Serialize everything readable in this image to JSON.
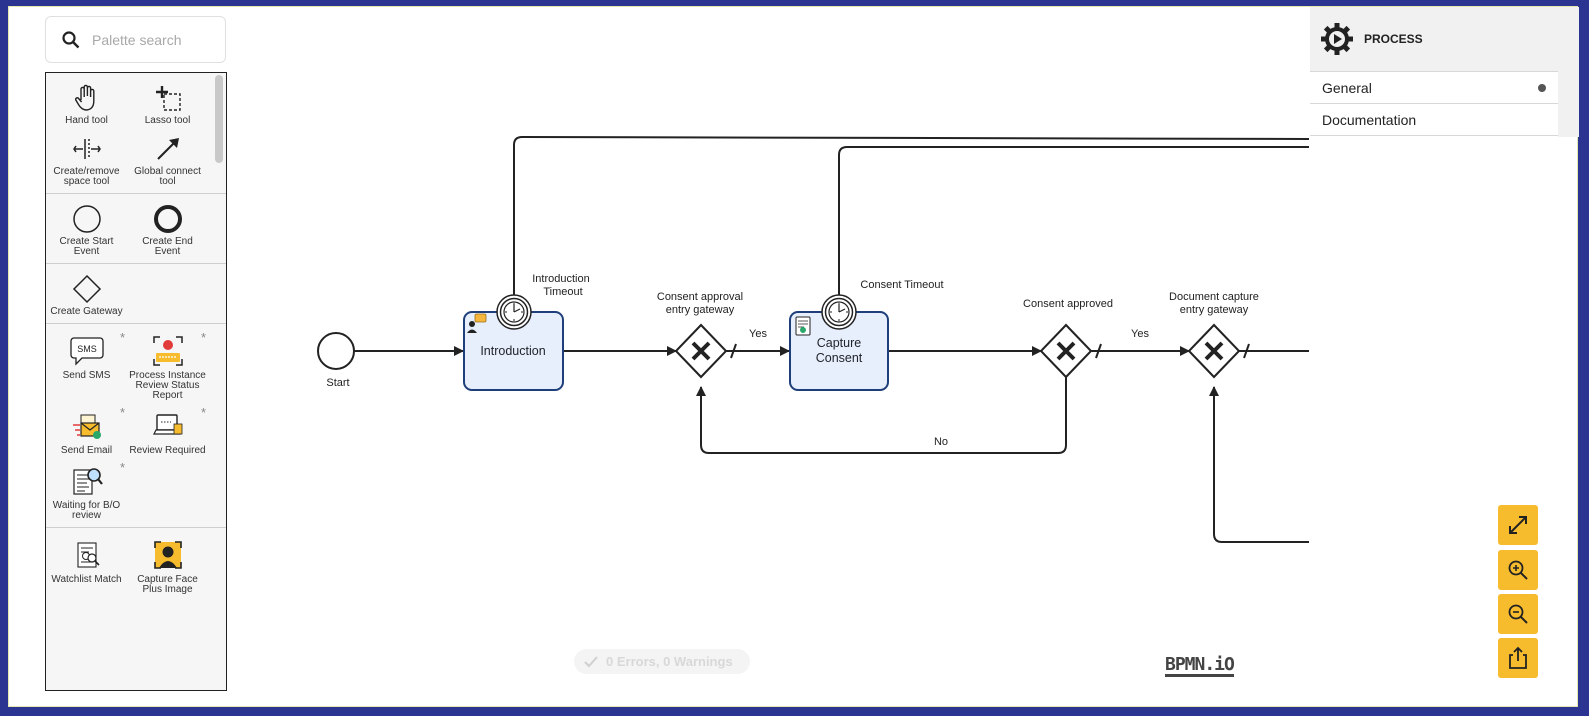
{
  "palette": {
    "search_placeholder": "Palette search",
    "groups": [
      [
        {
          "label": "Hand tool",
          "icon": "hand-icon"
        },
        {
          "label": "Lasso tool",
          "icon": "lasso-icon"
        },
        {
          "label": "Create/remove space tool",
          "icon": "space-tool-icon"
        },
        {
          "label": "Global connect tool",
          "icon": "connect-arrow-icon"
        }
      ],
      [
        {
          "label": "Create Start Event",
          "icon": "start-event-icon"
        },
        {
          "label": "Create End Event",
          "icon": "end-event-icon"
        }
      ],
      [
        {
          "label": "Create Gateway",
          "icon": "gateway-icon"
        }
      ],
      [
        {
          "label": "Send SMS",
          "icon": "sms-icon",
          "starred": true
        },
        {
          "label": "Process Instance Review Status Report",
          "icon": "report-icon",
          "starred": true
        },
        {
          "label": "Send Email",
          "icon": "email-icon",
          "starred": true
        },
        {
          "label": "Review Required",
          "icon": "laptop-icon",
          "starred": true
        },
        {
          "label": "Waiting for B/O review",
          "icon": "document-search-icon",
          "starred": true
        }
      ],
      [
        {
          "label": "Watchlist Match",
          "icon": "watchlist-icon"
        },
        {
          "label": "Capture Face Plus Image",
          "icon": "face-capture-icon"
        }
      ]
    ],
    "star_char": "*"
  },
  "diagram": {
    "start_label": "Start",
    "intro_task": "Introduction",
    "intro_timer": [
      "Introduction",
      "Timeout"
    ],
    "gateway1_label": [
      "Consent approval",
      "entry gateway"
    ],
    "yes1": "Yes",
    "capture_task": [
      "Capture",
      "Consent"
    ],
    "consent_timer": "Consent Timeout",
    "gateway2_label": "Consent approved",
    "yes2": "Yes",
    "no_label": "No",
    "gateway3_label": [
      "Document capture",
      "entry gateway"
    ]
  },
  "properties": {
    "title": "PROCESS",
    "rows": [
      {
        "label": "General",
        "active": true
      },
      {
        "label": "Documentation",
        "active": false
      }
    ]
  },
  "status": "0 Errors, 0 Warnings",
  "logo": "BPMN.iO",
  "colors": {
    "accent": "#f7bc2e",
    "task_fill": "#e7effd",
    "task_stroke": "#1f3f7a"
  }
}
